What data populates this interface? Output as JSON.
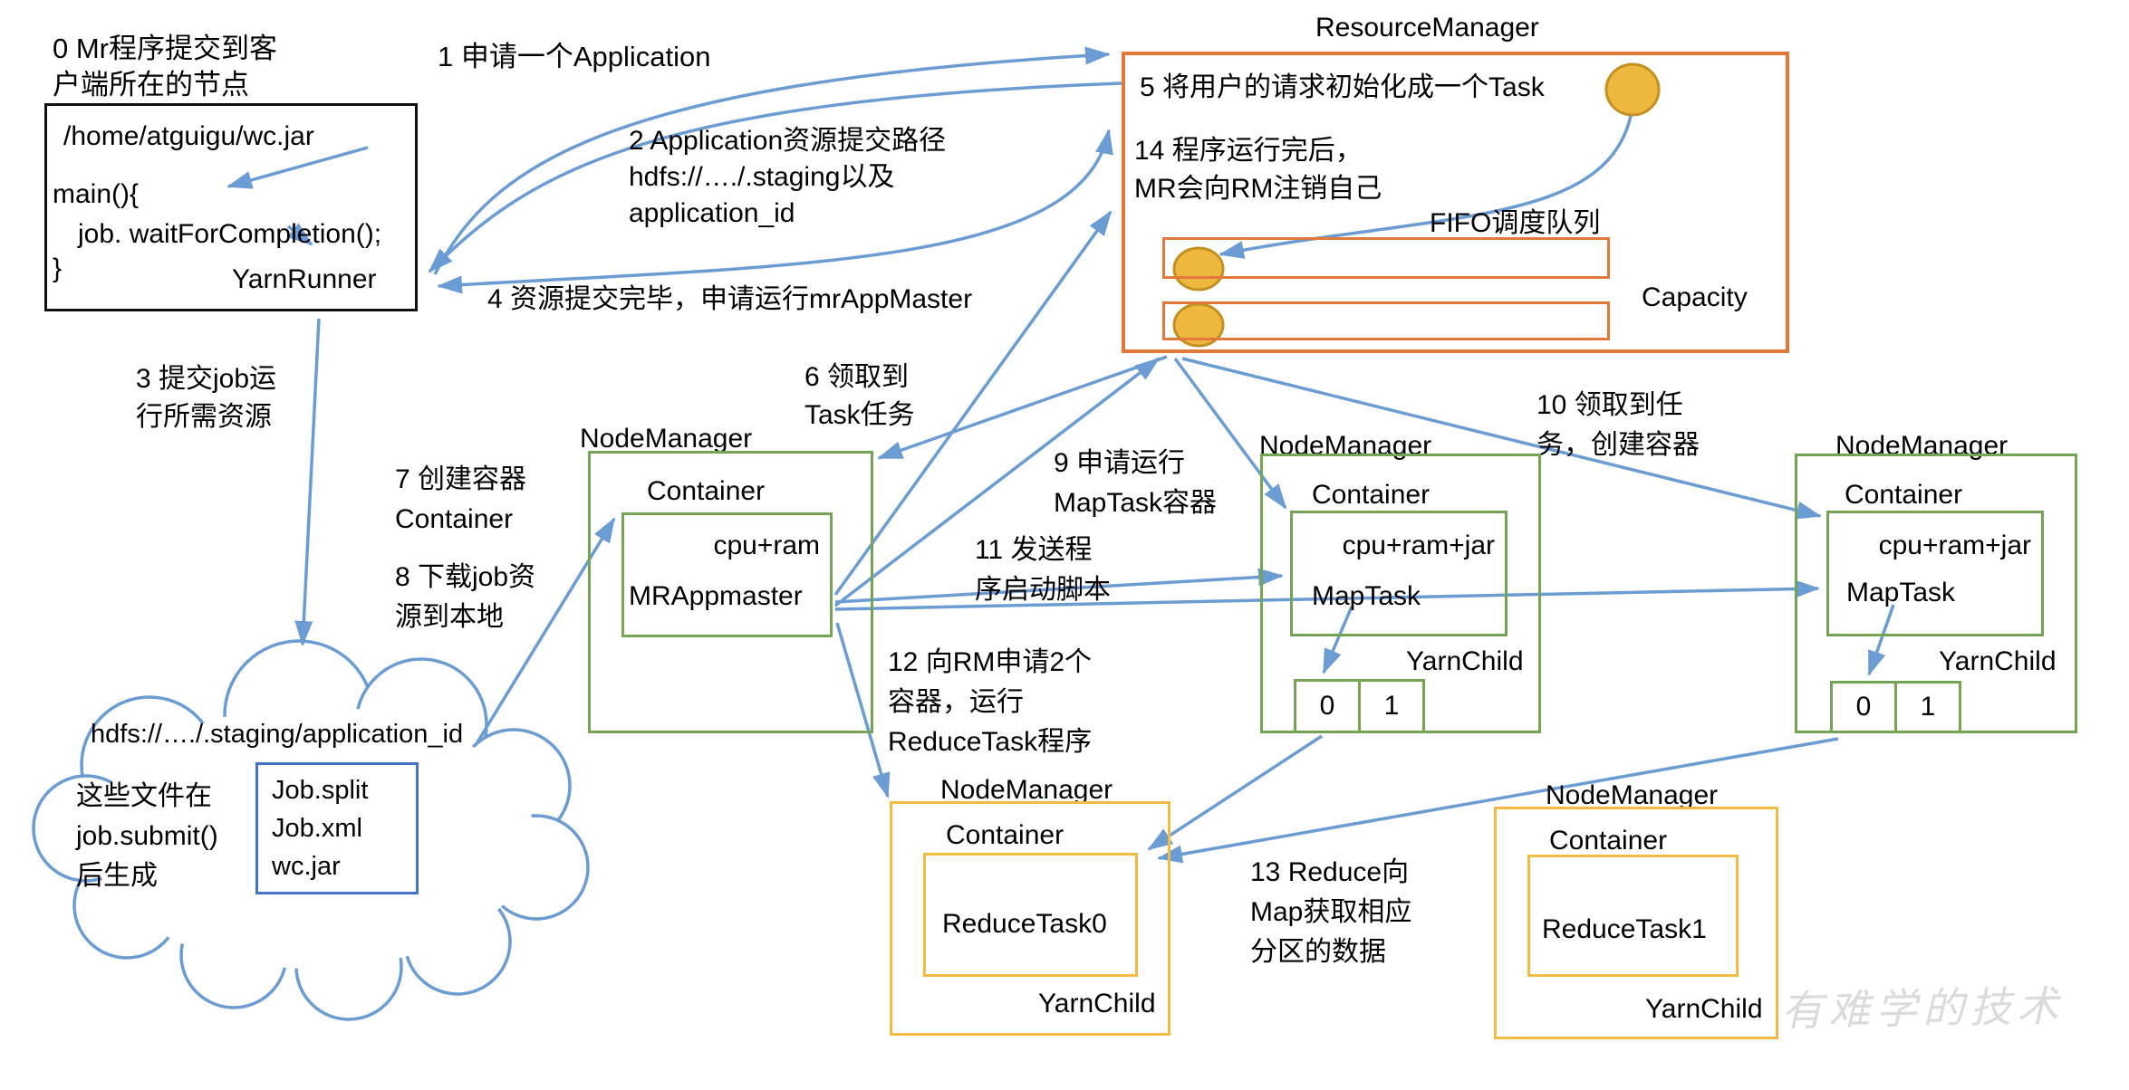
{
  "diagram": {
    "watermark": "有难学的技术",
    "colors": {
      "arrow_blue": "#6B9CD3",
      "green_border": "#74A454",
      "orange_border": "#E2793B",
      "yellow_border": "#F2BC42",
      "blue_border": "#4472C4",
      "ellipse_fill": "#EDB83D",
      "ellipse_stroke": "#C29122"
    },
    "client": {
      "label_line1": "0 Mr程序提交到客",
      "label_line2": "户端所在的节点",
      "jar_path": "/home/atguigu/wc.jar",
      "code_line1": "main(){",
      "code_line2": "job. waitForCompletion();",
      "code_line3": "}",
      "runner": "YarnRunner"
    },
    "resource_manager": {
      "title": "ResourceManager",
      "step5": "5 将用户的请求初始化成一个Task",
      "step14_line1": "14 程序运行完后，",
      "step14_line2": "MR会向RM注销自己",
      "fifo_label": "FIFO调度队列",
      "capacity_label": "Capacity"
    },
    "steps": {
      "s1": "1 申请一个Application",
      "s2_l1": "2 Application资源提交路径",
      "s2_l2": "hdfs://…./.staging以及",
      "s2_l3": "application_id",
      "s3_l1": "3 提交job运",
      "s3_l2": "行所需资源",
      "s4": "4 资源提交完毕，申请运行mrAppMaster",
      "s6_l1": "6 领取到",
      "s6_l2": "Task任务",
      "s7_l1": "7 创建容器",
      "s7_l2": "Container",
      "s8_l1": "8 下载job资",
      "s8_l2": "源到本地",
      "s9_l1": "9 申请运行",
      "s9_l2": "MapTask容器",
      "s10_l1": "10 领取到任",
      "s10_l2": "务，创建容器",
      "s11_l1": "11 发送程",
      "s11_l2": "序启动脚本",
      "s12_l1": "12 向RM申请2个",
      "s12_l2": "容器，运行",
      "s12_l3": "ReduceTask程序",
      "s13_l1": "13 Reduce向",
      "s13_l2": "Map获取相应",
      "s13_l3": "分区的数据"
    },
    "node_managers": [
      {
        "title": "NodeManager",
        "container": "Container",
        "resource": "cpu+ram",
        "proc": "MRAppmaster"
      },
      {
        "title": "NodeManager",
        "container": "Container",
        "resource": "cpu+ram+jar",
        "proc": "MapTask",
        "child": "YarnChild",
        "partitions": [
          "0",
          "1"
        ]
      },
      {
        "title": "NodeManager",
        "container": "Container",
        "resource": "cpu+ram+jar",
        "proc": "MapTask",
        "child": "YarnChild",
        "partitions": [
          "0",
          "1"
        ]
      },
      {
        "title": "NodeManager",
        "container": "Container",
        "proc": "ReduceTask0",
        "child": "YarnChild"
      },
      {
        "title": "NodeManager",
        "container": "Container",
        "proc": "ReduceTask1",
        "child": "YarnChild"
      }
    ],
    "cloud": {
      "hdfs_path": "hdfs://…./.staging/application_id",
      "note_l1": "这些文件在",
      "note_l2": "job.submit()",
      "note_l3": "后生成",
      "file1": "Job.split",
      "file2": "Job.xml",
      "file3": "wc.jar"
    }
  }
}
